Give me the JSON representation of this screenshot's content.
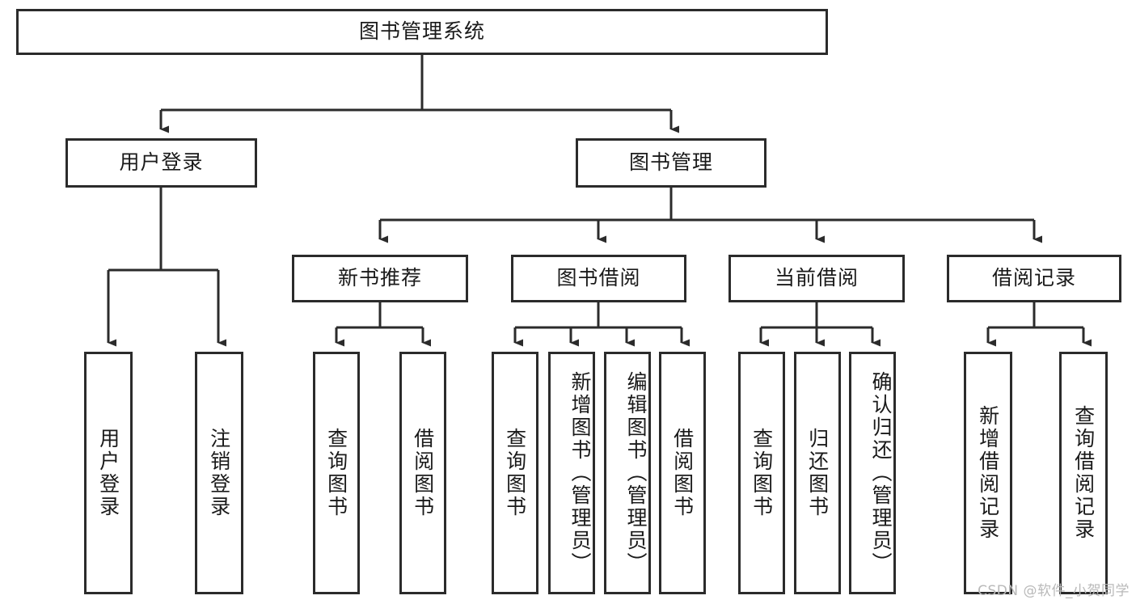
{
  "diagram": {
    "title": "图书管理系统",
    "type": "hierarchy-tree",
    "root": {
      "label": "图书管理系统"
    },
    "level2": [
      {
        "id": "user-login",
        "label": "用户登录"
      },
      {
        "id": "book-management",
        "label": "图书管理"
      }
    ],
    "level3": [
      {
        "id": "new-book-recommend",
        "label": "新书推荐",
        "parent": "book-management"
      },
      {
        "id": "book-borrow",
        "label": "图书借阅",
        "parent": "book-management"
      },
      {
        "id": "current-borrow",
        "label": "当前借阅",
        "parent": "book-management"
      },
      {
        "id": "borrow-record",
        "label": "借阅记录",
        "parent": "book-management"
      }
    ],
    "leaves": [
      {
        "id": "leaf-user-login",
        "label": "用户登录",
        "parent": "user-login"
      },
      {
        "id": "leaf-logout-login",
        "label": "注销登录",
        "parent": "user-login"
      },
      {
        "id": "leaf-query-book-1",
        "label": "查询图书",
        "parent": "new-book-recommend"
      },
      {
        "id": "leaf-borrow-book-1",
        "label": "借阅图书",
        "parent": "new-book-recommend"
      },
      {
        "id": "leaf-query-book-2",
        "label": "查询图书",
        "parent": "book-borrow"
      },
      {
        "id": "leaf-add-book",
        "label": "新增图书（管理员）",
        "parent": "book-borrow"
      },
      {
        "id": "leaf-edit-book",
        "label": "编辑图书（管理员）",
        "parent": "book-borrow"
      },
      {
        "id": "leaf-borrow-book-2",
        "label": "借阅图书",
        "parent": "book-borrow"
      },
      {
        "id": "leaf-query-book-3",
        "label": "查询图书",
        "parent": "current-borrow"
      },
      {
        "id": "leaf-return-book",
        "label": "归还图书",
        "parent": "current-borrow"
      },
      {
        "id": "leaf-confirm-return",
        "label": "确认归还（管理员）",
        "parent": "current-borrow"
      },
      {
        "id": "leaf-add-record",
        "label": "新增借阅记录",
        "parent": "borrow-record"
      },
      {
        "id": "leaf-query-record",
        "label": "查询借阅记录",
        "parent": "borrow-record"
      }
    ]
  },
  "watermark": {
    "text": "CSDN @软件_小贺同学"
  },
  "colors": {
    "stroke": "#2b2b2b",
    "text": "#1a1a1a",
    "background": "#ffffff",
    "watermark": "#b9b9b9"
  }
}
